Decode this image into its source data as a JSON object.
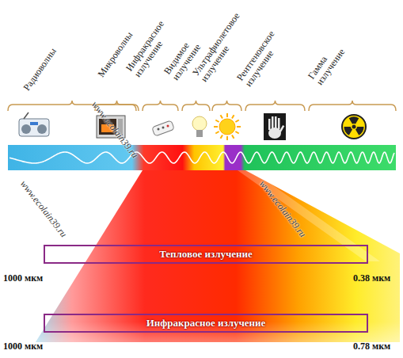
{
  "diagram": {
    "nodes": [
      {
        "text": [
          "Тепловое излучение"
        ]
      },
      {
        "text": [
          "Инфракрасное излучение"
        ]
      }
    ],
    "labels": [
      "Радиоволны",
      "Микроволны",
      "Инфракрасное излучение",
      "Видимое излучение",
      "Ультрафиолетовое излучение",
      "Рентгеновское излучение",
      "Гамма излучение",
      "1000 мкм",
      "0.38 мкм",
      "1000 мкм",
      "0.78 мкм",
      "www.ecolain39.ru",
      "www.ecolain39.ru",
      "www.ecolain39.ru"
    ]
  }
}
